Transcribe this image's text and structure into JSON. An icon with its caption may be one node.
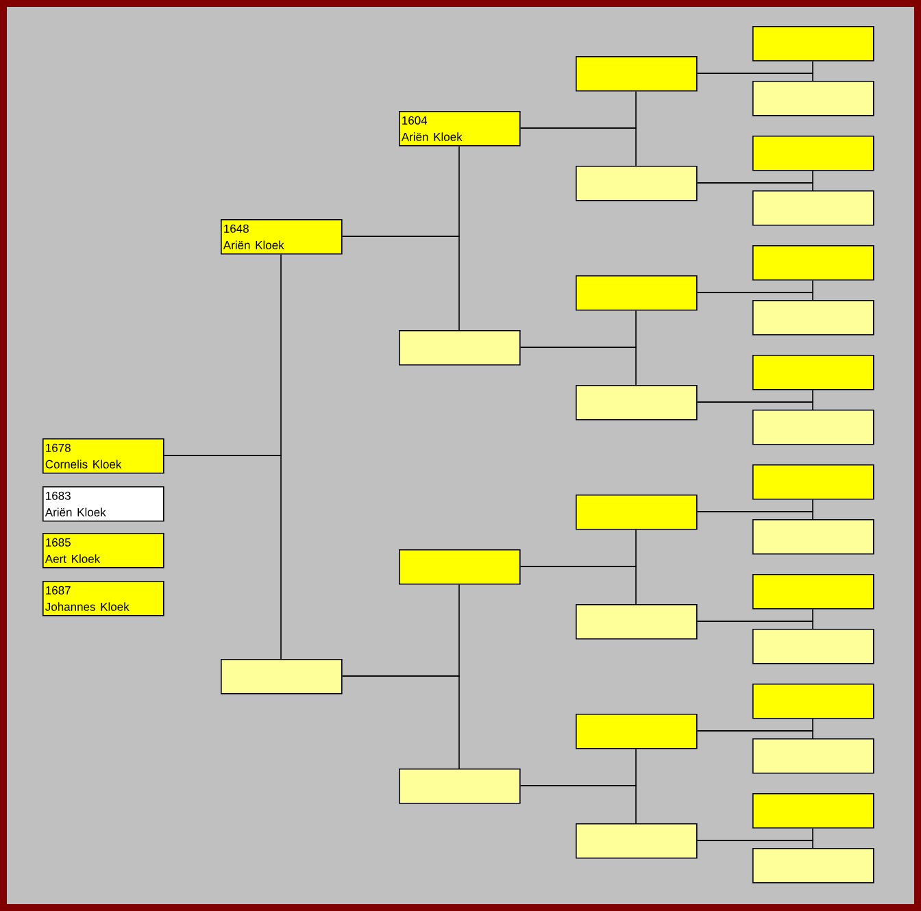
{
  "diagram": {
    "nodes": [
      {
        "text": [
          "1678",
          "Cornelis Kloek"
        ]
      },
      {
        "text": [
          "1683",
          "Ariën Kloek"
        ]
      },
      {
        "text": [
          "1685",
          "Aert Kloek"
        ]
      },
      {
        "text": [
          "1687",
          "Johannes Kloek"
        ]
      },
      {
        "text": [
          "1648",
          "Ariën Kloek"
        ]
      },
      {
        "text": [],
        "shape": "box"
      },
      {
        "text": [
          "1604",
          "Ariën Kloek"
        ]
      },
      {
        "text": [],
        "shape": "box"
      },
      {
        "text": [],
        "shape": "box"
      },
      {
        "text": [],
        "shape": "box"
      },
      {
        "text": [],
        "shape": "box"
      },
      {
        "text": [],
        "shape": "box"
      },
      {
        "text": [],
        "shape": "box"
      },
      {
        "text": [],
        "shape": "box"
      },
      {
        "text": [],
        "shape": "box"
      },
      {
        "text": [],
        "shape": "box"
      },
      {
        "text": [],
        "shape": "box"
      },
      {
        "text": [],
        "shape": "box"
      },
      {
        "text": [],
        "shape": "box"
      },
      {
        "text": [],
        "shape": "box"
      },
      {
        "text": [],
        "shape": "box"
      },
      {
        "text": [],
        "shape": "box"
      },
      {
        "text": [],
        "shape": "box"
      },
      {
        "text": [],
        "shape": "box"
      },
      {
        "text": [],
        "shape": "box"
      },
      {
        "text": [],
        "shape": "box"
      },
      {
        "text": [],
        "shape": "box"
      },
      {
        "text": [],
        "shape": "box"
      },
      {
        "text": [],
        "shape": "box"
      },
      {
        "text": [],
        "shape": "box"
      },
      {
        "text": [],
        "shape": "box"
      },
      {
        "text": [],
        "shape": "box"
      },
      {
        "text": [],
        "shape": "box"
      },
      {
        "text": [],
        "shape": "box"
      }
    ],
    "edges": [
      {
        "from": 0,
        "to": 4,
        "arrow": "none"
      },
      {
        "from": 0,
        "to": 5,
        "arrow": "none"
      },
      {
        "from": 4,
        "to": 6,
        "arrow": "none"
      },
      {
        "from": 4,
        "to": 7,
        "arrow": "none"
      },
      {
        "from": 5,
        "to": 8,
        "arrow": "none"
      },
      {
        "from": 5,
        "to": 9,
        "arrow": "none"
      },
      {
        "from": 6,
        "to": 10,
        "arrow": "none"
      },
      {
        "from": 6,
        "to": 11,
        "arrow": "none"
      },
      {
        "from": 7,
        "to": 12,
        "arrow": "none"
      },
      {
        "from": 7,
        "to": 13,
        "arrow": "none"
      },
      {
        "from": 8,
        "to": 14,
        "arrow": "none"
      },
      {
        "from": 8,
        "to": 15,
        "arrow": "none"
      },
      {
        "from": 9,
        "to": 16,
        "arrow": "none"
      },
      {
        "from": 9,
        "to": 17,
        "arrow": "none"
      },
      {
        "from": 10,
        "to": 18,
        "arrow": "none"
      },
      {
        "from": 10,
        "to": 19,
        "arrow": "none"
      },
      {
        "from": 11,
        "to": 20,
        "arrow": "none"
      },
      {
        "from": 11,
        "to": 21,
        "arrow": "none"
      },
      {
        "from": 12,
        "to": 22,
        "arrow": "none"
      },
      {
        "from": 12,
        "to": 23,
        "arrow": "none"
      },
      {
        "from": 13,
        "to": 24,
        "arrow": "none"
      },
      {
        "from": 13,
        "to": 25,
        "arrow": "none"
      },
      {
        "from": 14,
        "to": 26,
        "arrow": "none"
      },
      {
        "from": 14,
        "to": 27,
        "arrow": "none"
      },
      {
        "from": 15,
        "to": 28,
        "arrow": "none"
      },
      {
        "from": 15,
        "to": 29,
        "arrow": "none"
      },
      {
        "from": 16,
        "to": 30,
        "arrow": "none"
      },
      {
        "from": 16,
        "to": 31,
        "arrow": "none"
      },
      {
        "from": 17,
        "to": 32,
        "arrow": "none"
      },
      {
        "from": 17,
        "to": 33,
        "arrow": "none"
      }
    ]
  }
}
